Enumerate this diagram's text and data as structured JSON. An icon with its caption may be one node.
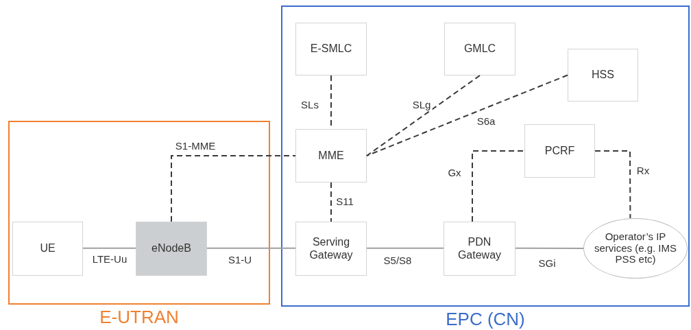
{
  "diagram": {
    "nodes": [
      {
        "text": [
          "E-UTRAN"
        ]
      },
      {
        "text": [
          "UE"
        ],
        "in": 0
      },
      {
        "text": [
          "eNodeB"
        ],
        "in": 0
      },
      {
        "text": [
          "EPC (CN)"
        ]
      },
      {
        "text": [
          "E-SMLC"
        ],
        "in": 3
      },
      {
        "text": [
          "GMLC"
        ],
        "in": 3
      },
      {
        "text": [
          "HSS"
        ],
        "in": 3
      },
      {
        "text": [
          "MME"
        ],
        "in": 3
      },
      {
        "text": [
          "PCRF"
        ],
        "in": 3
      },
      {
        "text": [
          "Serving Gateway"
        ],
        "in": 3
      },
      {
        "text": [
          "PDN Gateway"
        ],
        "in": 3
      },
      {
        "text": [
          "Operator’s IP services (e.g. IMS PSS etc)"
        ],
        "in": 3
      }
    ],
    "edges": [
      {
        "from": 1,
        "to": 2,
        "arrow": "none",
        "label": "LTE-Uu",
        "color": "#a0a0a0"
      },
      {
        "from": 2,
        "to": 9,
        "arrow": "none",
        "label": "S1-U",
        "color": "#a0a0a0"
      },
      {
        "from": 2,
        "to": 7,
        "arrow": "none",
        "label": "S1-MME",
        "style": "dashed"
      },
      {
        "from": 4,
        "to": 7,
        "arrow": "none",
        "label": "SLs",
        "style": "dashed"
      },
      {
        "from": 5,
        "to": 7,
        "arrow": "none",
        "label": "SLg",
        "style": "dashed"
      },
      {
        "from": 6,
        "to": 7,
        "arrow": "none",
        "label": "S6a",
        "style": "dashed"
      },
      {
        "from": 7,
        "to": 9,
        "arrow": "none",
        "label": "S11",
        "style": "dashed"
      },
      {
        "from": 9,
        "to": 10,
        "arrow": "none",
        "label": "S5/S8",
        "color": "#a0a0a0"
      },
      {
        "from": 10,
        "to": 8,
        "arrow": "none",
        "label": "Gx",
        "style": "dashed"
      },
      {
        "from": 8,
        "to": 11,
        "arrow": "none",
        "label": "Rx",
        "style": "dashed"
      },
      {
        "from": 10,
        "to": 11,
        "arrow": "none",
        "label": "SGi",
        "color": "#a0a0a0"
      }
    ]
  }
}
